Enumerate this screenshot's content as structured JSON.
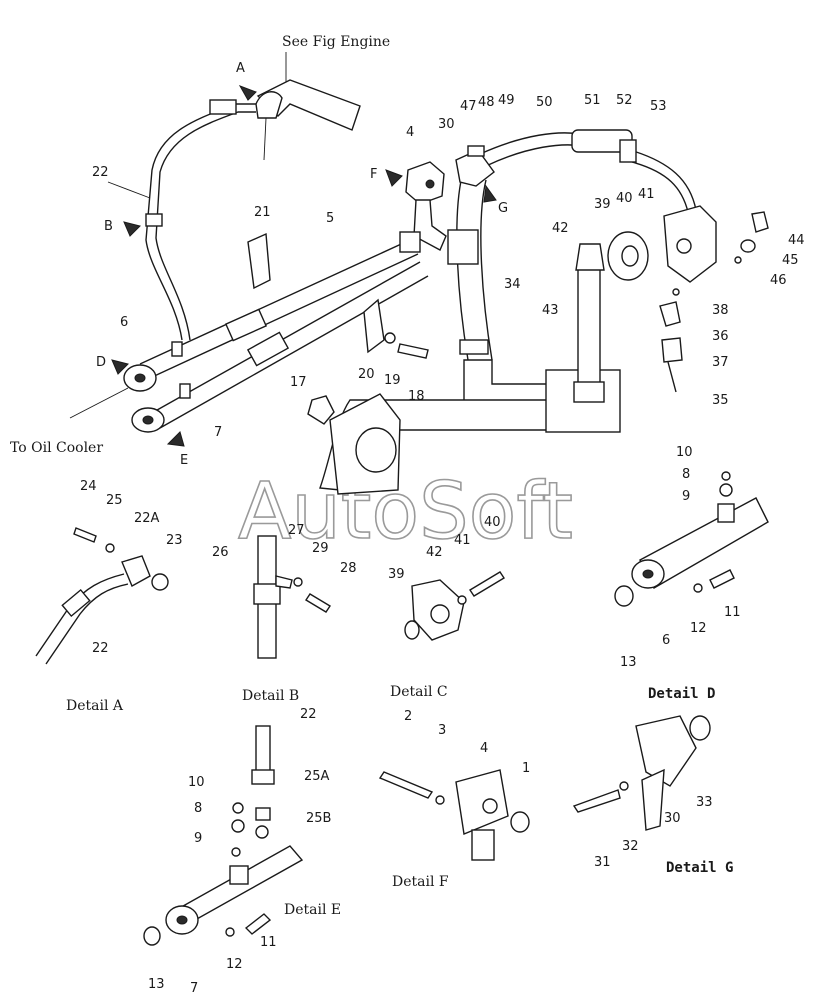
{
  "annotations": {
    "see_fig_engine": "See Fig Engine",
    "to_oil_cooler": "To Oil Cooler",
    "watermark": "AutoSoft"
  },
  "view_arrows": [
    "A",
    "B",
    "D",
    "E",
    "F",
    "G"
  ],
  "details": {
    "a": "Detail A",
    "b": "Detail B",
    "c": "Detail C",
    "d": "Detail D",
    "e": "Detail E",
    "f": "Detail F",
    "g": "Detail G"
  },
  "callouts_main": [
    "22",
    "6",
    "7",
    "17",
    "5",
    "21",
    "20",
    "19",
    "18",
    "4",
    "30",
    "47",
    "48",
    "49",
    "50",
    "51",
    "52",
    "53",
    "34",
    "39",
    "40",
    "41",
    "42",
    "43",
    "44",
    "45",
    "46",
    "38",
    "36",
    "37",
    "35"
  ],
  "callouts_detail_a": [
    "24",
    "25",
    "22A",
    "23",
    "22"
  ],
  "callouts_detail_b": [
    "26",
    "27",
    "29",
    "28"
  ],
  "callouts_detail_c": [
    "39",
    "42",
    "41",
    "40"
  ],
  "callouts_detail_d": [
    "10",
    "8",
    "9",
    "13",
    "6",
    "12",
    "11"
  ],
  "callouts_detail_e": [
    "22",
    "10",
    "25A",
    "8",
    "25B",
    "9",
    "13",
    "7",
    "12",
    "11"
  ],
  "callouts_detail_f": [
    "2",
    "3",
    "4",
    "1"
  ],
  "callouts_detail_g": [
    "33",
    "31",
    "32",
    "30"
  ]
}
